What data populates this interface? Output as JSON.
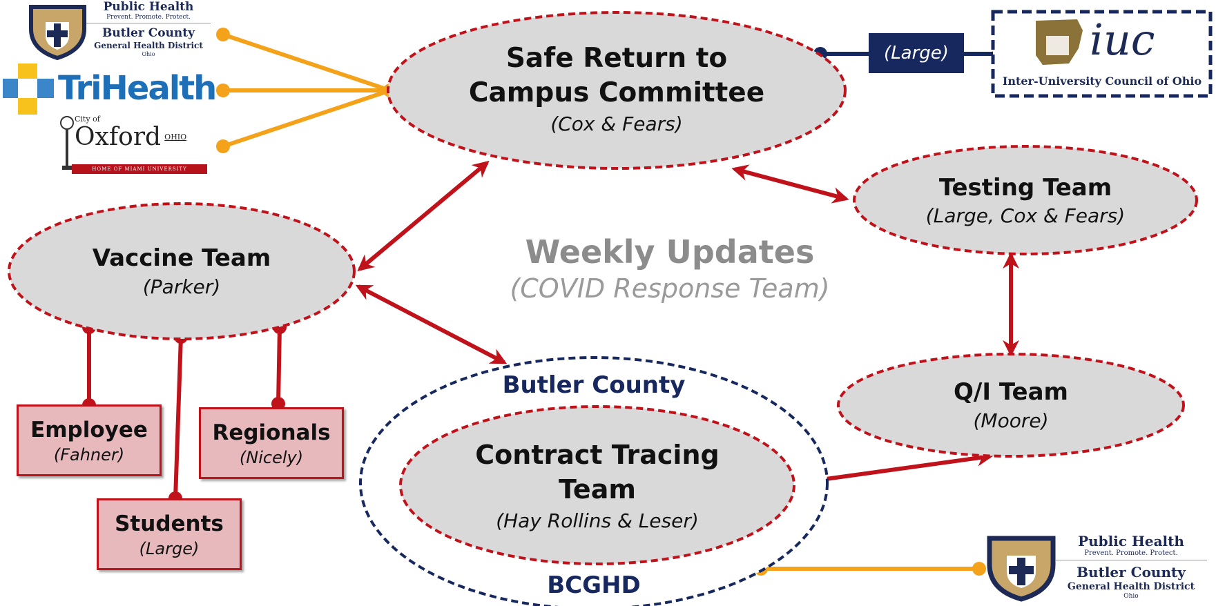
{
  "center": {
    "title": "Weekly Updates",
    "subtitle": "(COVID Response Team)"
  },
  "nodes": {
    "safe_return": {
      "title_line1": "Safe Return to",
      "title_line2": "Campus Committee",
      "members": "(Cox & Fears)"
    },
    "testing": {
      "title": "Testing Team",
      "members": "(Large, Cox & Fears)"
    },
    "vaccine": {
      "title": "Vaccine Team",
      "members": "(Parker)"
    },
    "qi": {
      "title": "Q/I Team",
      "members": "(Moore)"
    },
    "contact_tracing": {
      "title_line1": "Contract Tracing",
      "title_line2": "Team",
      "members": "(Hay Rollins & Leser)"
    },
    "butler_group": {
      "top_label": "Butler County",
      "bottom_label": "BCGHD"
    },
    "iuc_link": {
      "label": "(Large)"
    }
  },
  "subteams": {
    "employee": {
      "title": "Employee",
      "members": "(Fahner)"
    },
    "regionals": {
      "title": "Regionals",
      "members": "(Nicely)"
    },
    "students": {
      "title": "Students",
      "members": "(Large)"
    }
  },
  "logos": {
    "bcghd_top": {
      "line1": "Public Health",
      "line2": "Prevent. Promote. Protect.",
      "line3": "Butler County",
      "line4": "General Health District",
      "line5": "Ohio"
    },
    "trihealth": {
      "name": "TriHealth"
    },
    "oxford": {
      "small": "City of",
      "name": "Oxford",
      "state": "OHIO",
      "tagline": "HOME OF MIAMI UNIVERSITY"
    },
    "iuc": {
      "mark": "iuc",
      "name": "Inter-University Council of Ohio"
    },
    "bcghd_bottom": {
      "line1": "Public Health",
      "line2": "Prevent. Promote. Protect.",
      "line3": "Butler County",
      "line4": "General Health District",
      "line5": "Ohio"
    }
  },
  "colors": {
    "red": "#c0121b",
    "navy": "#16285e",
    "orange": "#f5a21b",
    "node_fill": "#d9d9d9",
    "box_fill": "#e8b9bc",
    "center_text": "#8c8c8c"
  }
}
